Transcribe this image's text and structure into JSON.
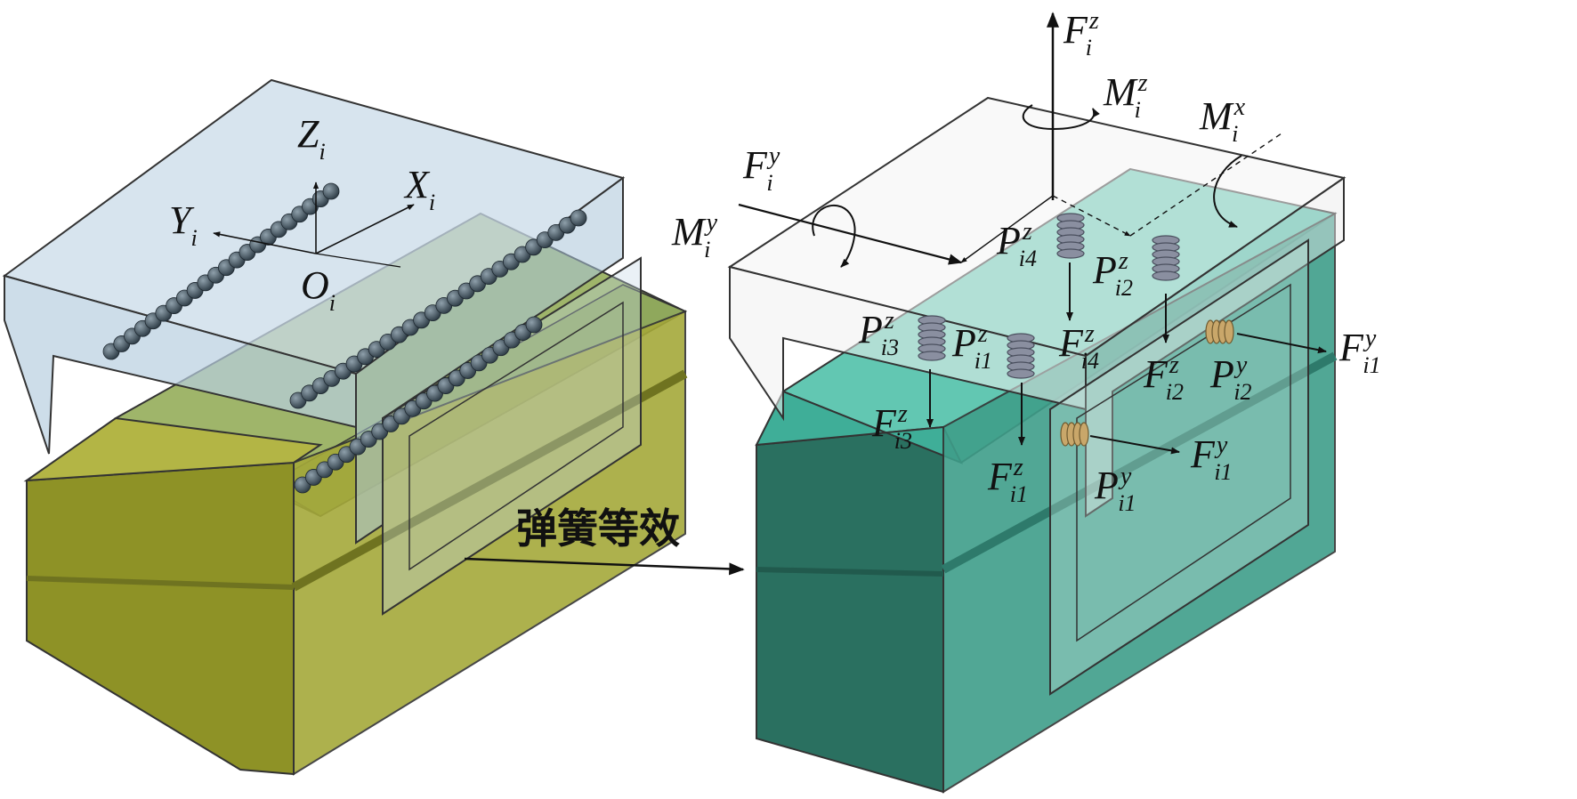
{
  "caption": "弹簧等效",
  "left_axes": {
    "z": {
      "base": "Z",
      "sub": "i"
    },
    "x": {
      "base": "X",
      "sub": "i"
    },
    "y": {
      "base": "Y",
      "sub": "i"
    },
    "origin": {
      "base": "O",
      "sub": "i"
    }
  },
  "forces": {
    "fz": {
      "base": "F",
      "sup": "z",
      "sub": "i"
    },
    "fy": {
      "base": "F",
      "sup": "y",
      "sub": "i"
    },
    "mz": {
      "base": "M",
      "sup": "z",
      "sub": "i"
    },
    "mx": {
      "base": "M",
      "sup": "x",
      "sub": "i"
    },
    "my": {
      "base": "M",
      "sup": "y",
      "sub": "i"
    }
  },
  "springs": {
    "pz4": {
      "base": "P",
      "sup": "z",
      "sub": "i4"
    },
    "pz2": {
      "base": "P",
      "sup": "z",
      "sub": "i2"
    },
    "pz3": {
      "base": "P",
      "sup": "z",
      "sub": "i3"
    },
    "pz1": {
      "base": "P",
      "sup": "z",
      "sub": "i1"
    },
    "py2": {
      "base": "P",
      "sup": "y",
      "sub": "i2"
    },
    "py1": {
      "base": "P",
      "sup": "y",
      "sub": "i1"
    }
  },
  "spring_forces": {
    "fz4": {
      "base": "F",
      "sup": "z",
      "sub": "i4"
    },
    "fz2": {
      "base": "F",
      "sup": "z",
      "sub": "i2"
    },
    "fz3": {
      "base": "F",
      "sup": "z",
      "sub": "i3"
    },
    "fz1": {
      "base": "F",
      "sup": "z",
      "sub": "i1"
    },
    "fy1a": {
      "base": "F",
      "sup": "y",
      "sub": "i1"
    },
    "fy1b": {
      "base": "F",
      "sup": "y",
      "sub": "i1"
    }
  },
  "colors": {
    "carriage_left": "#c9dbe8",
    "block_left_top": "#8fa85c",
    "block_left_front": "#8e9226",
    "block_left_side": "#a5a93a",
    "block_right_top": "#5fc4b0",
    "block_right_front": "#2a7060",
    "block_right_side": "#3f9e8a",
    "ball": "#3a4a55",
    "spring_z": "#8a8fa0",
    "spring_y": "#c9a76a"
  }
}
